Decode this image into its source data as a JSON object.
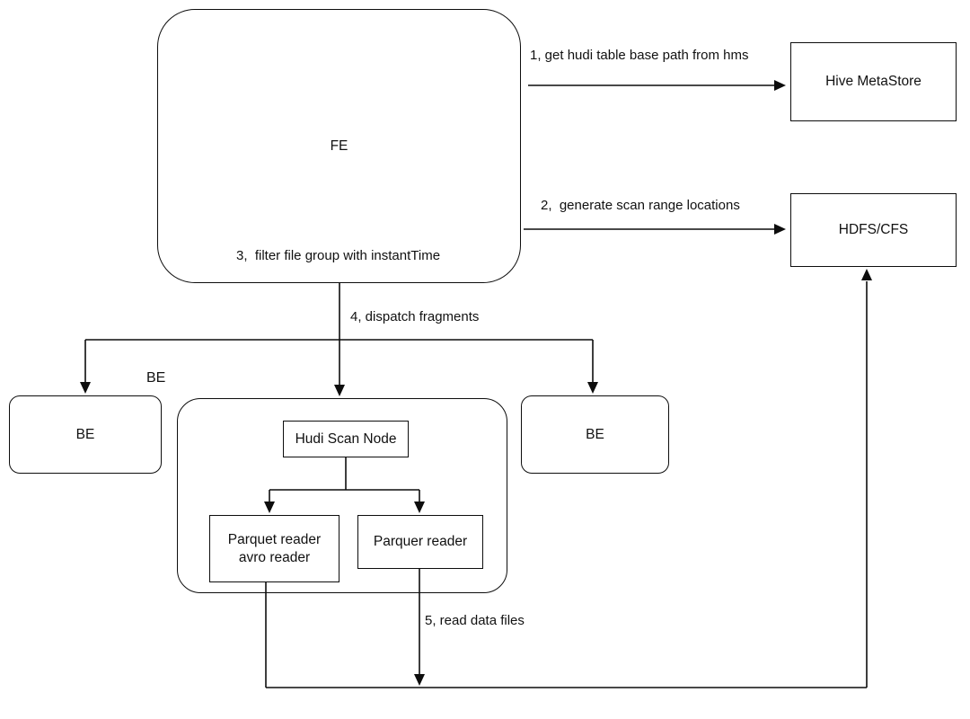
{
  "diagram": {
    "nodes": {
      "fe": "FE",
      "hive_metastore": "Hive MetaStore",
      "hdfs_cfs": "HDFS/CFS",
      "be_left": "BE",
      "be_middle_label": "BE",
      "be_right": "BE",
      "hudi_scan_node": "Hudi Scan Node",
      "parquet_avro_reader_line1": "Parquet reader",
      "parquet_avro_reader_line2": "avro reader",
      "parquer_reader": "Parquer reader"
    },
    "edge_labels": {
      "step1": "1, get hudi table base path from hms",
      "step2": "2,  generate scan range locations",
      "step3": "3,  filter file group with instantTime",
      "step4": "4, dispatch fragments",
      "step5": "5, read data files"
    },
    "colors": {
      "stroke": "#0d0d0d",
      "background": "#ffffff",
      "text": "#111111"
    }
  }
}
